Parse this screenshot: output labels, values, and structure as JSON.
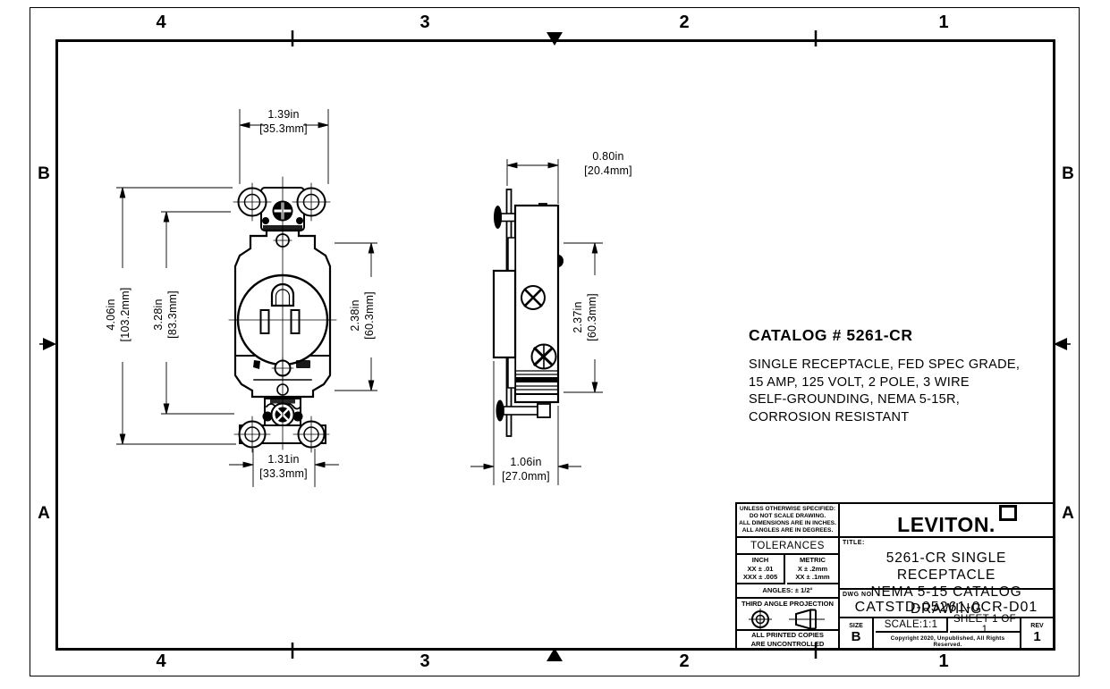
{
  "zones": {
    "columns": [
      "4",
      "3",
      "2",
      "1"
    ],
    "rows": [
      "B",
      "A"
    ]
  },
  "front_view": {
    "dims": {
      "width_top": {
        "in": "1.39in",
        "mm": "[35.3mm]"
      },
      "height_overall": {
        "in": "4.06in",
        "mm": "[103.2mm]"
      },
      "height_strap": {
        "in": "3.28in",
        "mm": "[83.3mm]"
      },
      "height_body": {
        "in": "2.38in",
        "mm": "[60.3mm]"
      },
      "width_bottom": {
        "in": "1.31in",
        "mm": "[33.3mm]"
      }
    }
  },
  "side_view": {
    "dims": {
      "depth_top": {
        "in": "0.80in",
        "mm": "[20.4mm]"
      },
      "height_body": {
        "in": "2.37in",
        "mm": "[60.3mm]"
      },
      "depth_bottom": {
        "in": "1.06in",
        "mm": "[27.0mm]"
      }
    }
  },
  "catalog": {
    "title": "CATALOG # 5261-CR",
    "description_lines": [
      "SINGLE RECEPTACLE, FED SPEC GRADE,",
      "15 AMP, 125 VOLT, 2 POLE, 3 WIRE",
      "SELF-GROUNDING, NEMA 5-15R,",
      "CORROSION RESISTANT"
    ]
  },
  "title_block": {
    "notes_lines": [
      "UNLESS OTHERWISE SPECIFIED:",
      "DO NOT SCALE DRAWING.",
      "ALL DIMENSIONS ARE IN INCHES.",
      "ALL ANGLES ARE IN DEGREES."
    ],
    "tolerances_header": "TOLERANCES",
    "inch_header": "INCH",
    "inch_rows": [
      "XX  ± .01",
      "XXX ± .005"
    ],
    "metric_header": "METRIC",
    "metric_rows": [
      "X  ± .2mm",
      "XX ± .1mm"
    ],
    "angles": "ANGLES: ± 1/2°",
    "projection": "THIRD ANGLE PROJECTION",
    "uncontrolled_lines": [
      "ALL PRINTED COPIES",
      "ARE UNCONTROLLED"
    ],
    "brand": "LEVITON.",
    "title_label": "TITLE:",
    "title_lines": [
      "5261-CR SINGLE RECEPTACLE",
      "NEMA 5-15 CATALOG DRAWING"
    ],
    "dwg_label": "DWG NO.",
    "dwg_no": "CATSTD-05261-0CR-D01",
    "size_label": "SIZE",
    "size_value": "B",
    "scale": "SCALE:1:1",
    "sheet": "SHEET 1 OF 1",
    "rev_label": "REV",
    "rev_value": "1",
    "copyright": "Copyright 2020, Unpublished, All Rights Reserved."
  }
}
